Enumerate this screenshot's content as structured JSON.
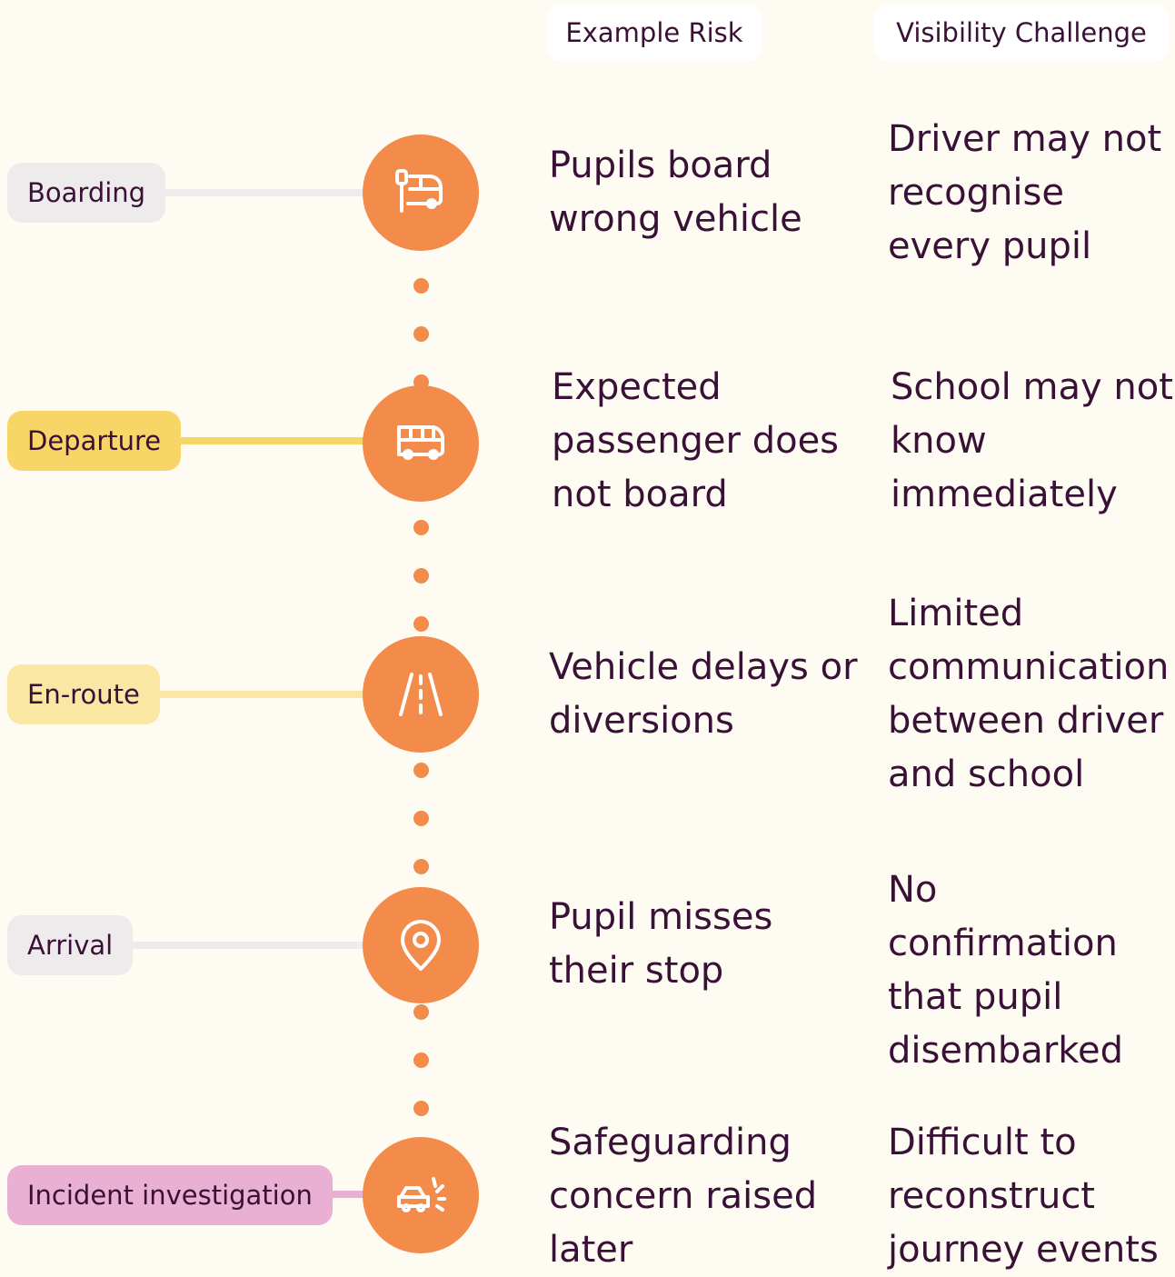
{
  "headers": {
    "example_risk": "Example Risk",
    "visibility_challenge": "Visibility Challenge"
  },
  "stages": [
    {
      "label": "Boarding",
      "icon": "bus-stop-icon",
      "pill_color": "#eeebec",
      "line_color": "#eeebec",
      "risk": "Pupils board wrong vehicle",
      "challenge": "Driver may not recognise every pupil"
    },
    {
      "label": "Departure",
      "icon": "bus-icon",
      "pill_color": "#f7d566",
      "line_color": "#f7d566",
      "risk": "Expected passenger does not board",
      "challenge": "School may not know immediately"
    },
    {
      "label": "En-route",
      "icon": "road-icon",
      "pill_color": "#f9e7a3",
      "line_color": "#f9e7a3",
      "risk": "Vehicle delays or diversions",
      "challenge": "Limited communication between driver and school"
    },
    {
      "label": "Arrival",
      "icon": "map-pin-icon",
      "pill_color": "#eeebec",
      "line_color": "#eeebec",
      "risk": "Pupil misses their stop",
      "challenge": "No confirmation that pupil disembarked"
    },
    {
      "label": "Incident investigation",
      "icon": "car-crash-icon",
      "pill_color": "#e9b0d3",
      "line_color": "#e9b0d3",
      "risk": "Safeguarding concern raised later",
      "challenge": "Difficult to reconstruct journey events"
    }
  ],
  "accent_color": "#f38b4b",
  "text_color": "#3a1136",
  "background_color": "#fdfbf2"
}
